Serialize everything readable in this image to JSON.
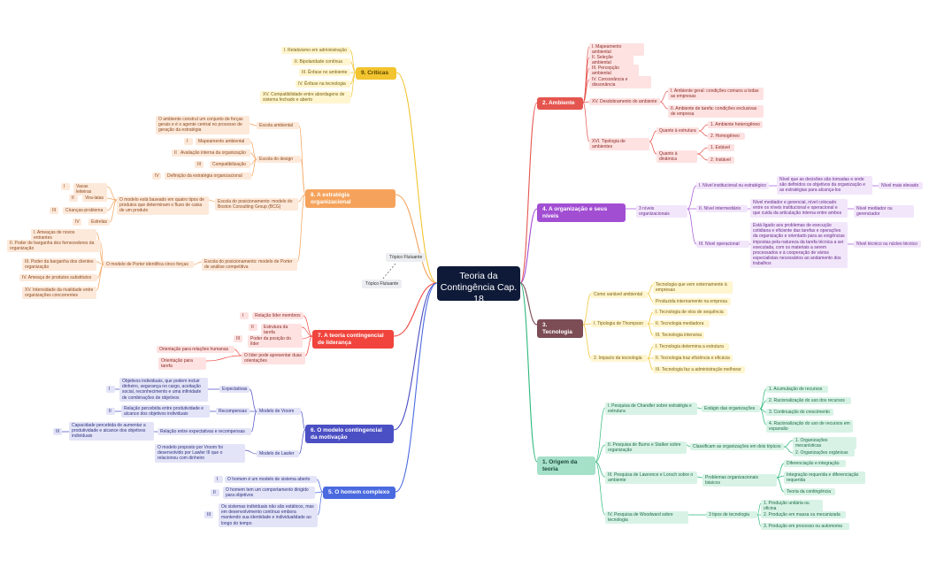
{
  "center_title": "Teoria da Contingência Cap. 18",
  "floating_topics": [
    "Tópico Flutuante",
    "Tópico Flutuante"
  ],
  "colors": {
    "ambiente": "#e5554f",
    "organizacao": "#a24ed3",
    "tecnologia": "#7c4d55",
    "origem": "#a5e0c9",
    "criticas": "#f2c42f",
    "estrategia": "#f5a35c",
    "lideranca": "#f0443c",
    "motivacao": "#4b4fc4",
    "homem": "#4a6ae0",
    "center": "#0e1a38"
  },
  "branches": {
    "ambiente": {
      "title": "2. Ambiente",
      "items": [
        "I. Mapeamento ambiental",
        "II. Seleção ambiental",
        "III. Percepção ambiental",
        "IV. Consonância e dissonância",
        "XV. Desdobramento do ambiente",
        "I. Ambiente geral: condições comuns a todas as empresas",
        "II. Ambiente de tarefa: condições exclusivas de empresa",
        "XVI. Tipologia de ambientes",
        "Quanto à estrutura",
        "1. Ambiente heterogêneo",
        "2. Homogêneo",
        "Quanto à dinâmica",
        "1. Estável",
        "2. Instável"
      ]
    },
    "organizacao": {
      "title": "4. A organização e seus níveis",
      "items": [
        "3 níveis organizacionais",
        "I. Nível institucional ou estratégico",
        "Nível que as decisões são tomadas e onde são definidos os objetivos da organização e as estratégias para alcança-los",
        "Nível mais elevado",
        "II. Nível intermediário",
        "Nível mediador e gerencial, nível colocado entre os níveis institucional e operacional e que cuida da articulação interna entre ambos",
        "Nível mediador ou gerenciador",
        "III. Nível operacional",
        "Está ligado aos problemas de execução cotidiana e eficiente das tarefas e operações da organização e orientado para as exigências impostas pela natureza da tarefa técnica a ser executada, com os materiais a serem processados e à cooperação de vários especialistas necessários ao andamento dos trabalhos",
        "Nível técnico ou núcleo técnico"
      ]
    },
    "tecnologia": {
      "title": "3. Tecnologia",
      "items": [
        "Como variável ambiental",
        "Tecnologia que vem externamente à empresas",
        "Produzida internamente na empresa",
        "I. Tipologia de Thompson",
        "I. Tecnologia de elos de sequência",
        "II. Tecnologia mediadora",
        "III. Tecnologia intensiva",
        "2. Impacto da tecnologia",
        "I. Tecnologia determina a estrutura",
        "II. Tecnologia traz eficiência e eficácia",
        "III. Tecnologia faz a administração melhorar"
      ]
    },
    "origem": {
      "title": "1. Origem da teoria",
      "items": [
        "I. Pesquisa de Chandler sobre estratégia e estrutura",
        "Estágio das organizações",
        "1. Acumulação de recursos",
        "2. Racionalização do uso dos recursos",
        "3. Continuação do crescimento",
        "4. Racionalização do uso de recursos em expansão",
        "II. Pesquisa de Burns e Stalker sobre organização",
        "Classificam as organizações em dois tópicos",
        "1. Organizações mecanísticas",
        "2. Organizações orgânicas",
        "III. Pesquisa de Lawrence e Lorsch sobre o ambiente",
        "Problemas organizacionais básicos",
        "Diferenciação e integração",
        "Integração requerida e diferenciação requerida",
        "Teoria da contingência",
        "IV. Pesquisa de Woodward sobre tecnologia",
        "3 tipos de tecnologia",
        "1. Produção unitária ou oficina",
        "2. Produção em massa ou mecanizada",
        "3. Produção em processo ou automoma"
      ]
    },
    "criticas": {
      "title": "9. Críticas",
      "items": [
        "I. Relativismo em administração",
        "II. Bipolaridade contínua",
        "III. Ênfase no ambiente",
        "IV. Ênfase na tecnologia",
        "XV. Compatibilidade entre abordagens de sistema fechado e aberto"
      ]
    },
    "estrategia": {
      "title": "8. A estratégia organizacional",
      "items": [
        "Escola ambiental",
        "O ambiente construí um conjunto de forças gerais e é o agente central no processo de geração da estratégia",
        "Escola do design",
        "I",
        "Mapeamento ambiental",
        "II",
        "Avaliação interna da organização",
        "III",
        "Compatibilização",
        "IV",
        "Definição da estratégia organizacional",
        "Escola do posicionamento: modelo do Boston Consulting Group (BCG)",
        "O modelo está baseado em quatro tipos de produtos que determinam o fluxo de caixa de um produto",
        "I",
        "Vacas leiteiras",
        "II",
        "Vira-latas",
        "III",
        "Crianças-problema",
        "IV",
        "Estrelas",
        "Escola do posicionamento: modelo de Porter de análise competitiva",
        "O modelo de Porter identifica cinco forças",
        "I. Ameaças de novos entrantes",
        "II. Poder de barganha dos fornecedores da organização",
        "III. Poder da barganha dos clientes organização",
        "IV. Ameaça de produtos substitutos",
        "XV. Intensidade da rivalidade entre organizações concorrentes"
      ]
    },
    "lideranca": {
      "title": "7. A teoria contingencial de liderança",
      "items": [
        "I",
        "Relação líder membros",
        "II",
        "Estrutura da tarefa",
        "III",
        "Poder da posição do líder",
        "O líder pode apresentar duas orientações",
        "Orientação para relações humanas",
        "Orientação para tarefa"
      ]
    },
    "motivacao": {
      "title": "6. O modelo contingencial da motivação",
      "items": [
        "Modelo de Vroom",
        "Expectativas",
        "I",
        "Objetivos individuais, que podem incluir dinheiro, segurança no cargo, aceitação social, reconhecimento e uma infinidade de combinações de objetivos",
        "Recompensas",
        "II",
        "Relação percebida entre produtividade e alcance dos objetivos individuais",
        "Relação entre expectativas e recompensas",
        "III",
        "Capacidade percebida de aumentar a produtividade e alcance dos objetivos individuais",
        "Modelo de Lawler",
        "O modelo proposto por Vroom foi desenvolvido por Lawler III que o relacionou com dinheiro"
      ]
    },
    "homem": {
      "title": "5. O homem complexo",
      "items": [
        "I",
        "O homem é um modelo de sistema aberto",
        "II",
        "O homem tem um comportamento dirigido para objetivos",
        "III",
        "Os sistemas individuais não são estáticos, mas em desenvolvimento contínuo embora mantendo sua identidade e individualidade ao longo do tempo"
      ]
    }
  }
}
